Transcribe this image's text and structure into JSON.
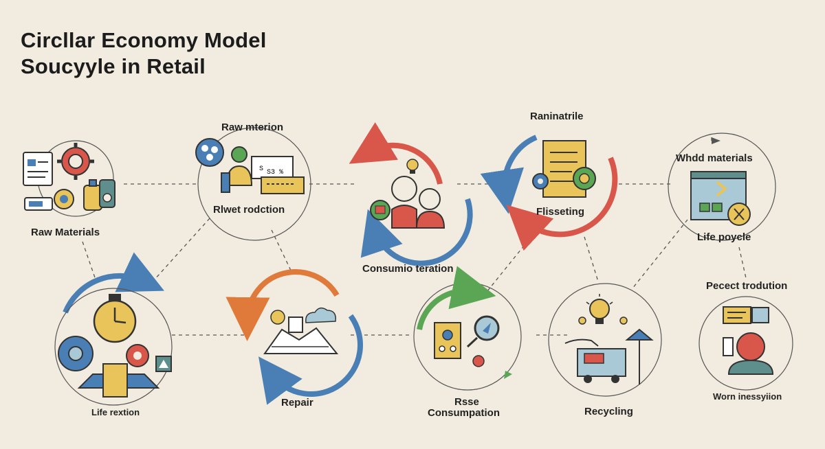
{
  "title": {
    "line1": "Circllar Economy Model",
    "line2": "Soucyyle in Retail"
  },
  "nodes": {
    "raw_materials": "Raw Materials",
    "raw_mterion": "Raw mterion",
    "rlwet_rodction": "Rlwet rodction",
    "consumio_teration": "Consumio teration",
    "raninatrile": "Raninatrile",
    "flisseting": "Flisseting",
    "whdd_materials": "Whdd materials",
    "life_poycle": "Life poycle",
    "pecect_trodution": "Pecect trodution",
    "worn_inessyiion": "Worn inessyiion",
    "life_rextion": "Life rextion",
    "repair": "Repair",
    "rsse": "Rsse",
    "consumpation": "Consumpation",
    "recycling": "Recycling"
  },
  "panel_text": {
    "card_s": "S",
    "card_digits": "S3 %"
  },
  "colors": {
    "background": "#f1ecdf",
    "blue": "#4a7fb5",
    "red": "#d9574a",
    "green": "#5aa655",
    "orange": "#e07a3a",
    "yellow": "#e9c45a",
    "teal": "#5f8f8c",
    "line": "#555555"
  }
}
